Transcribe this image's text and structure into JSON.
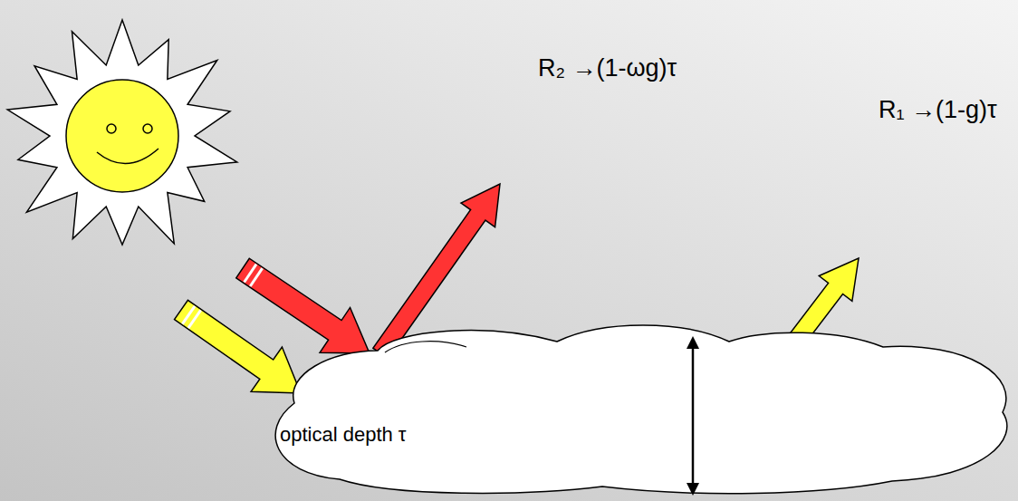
{
  "diagram": {
    "nodes": [
      {
        "text": [
          "optical depth τ"
        ]
      }
    ],
    "labels": [
      "R₂ →(1-ωg)τ",
      "R₁ →(1-g)τ"
    ]
  }
}
